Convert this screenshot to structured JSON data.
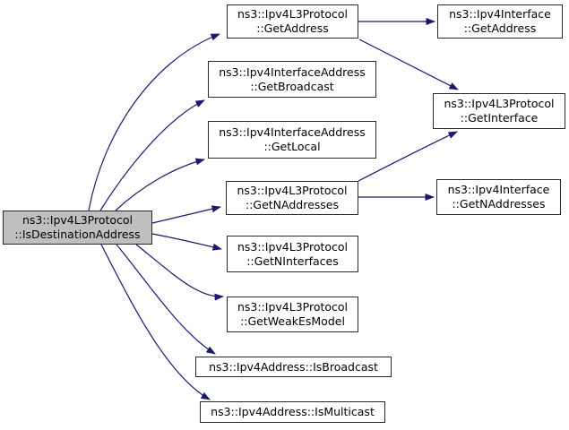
{
  "diagram": {
    "kind": "doxygen-call-graph",
    "colors": {
      "edge-color": "#191970",
      "node-border": "#282828",
      "node-fill": "#ffffff",
      "highlight-fill": "#bfbfbf",
      "text-color": "#000000",
      "bg": "#ffffff"
    },
    "nodes": {
      "is_destination_address": {
        "label": "ns3::Ipv4L3Protocol\n::IsDestinationAddress",
        "highlighted": true
      },
      "l3_get_address": {
        "label": "ns3::Ipv4L3Protocol\n::GetAddress"
      },
      "ifaddr_get_broadcast": {
        "label": "ns3::Ipv4InterfaceAddress\n::GetBroadcast"
      },
      "ifaddr_get_local": {
        "label": "ns3::Ipv4InterfaceAddress\n::GetLocal"
      },
      "l3_get_n_addresses": {
        "label": "ns3::Ipv4L3Protocol\n::GetNAddresses"
      },
      "l3_get_n_interfaces": {
        "label": "ns3::Ipv4L3Protocol\n::GetNInterfaces"
      },
      "l3_get_weak_es_model": {
        "label": "ns3::Ipv4L3Protocol\n::GetWeakEsModel"
      },
      "addr_is_broadcast": {
        "label": "ns3::Ipv4Address::IsBroadcast"
      },
      "addr_is_multicast": {
        "label": "ns3::Ipv4Address::IsMulticast"
      },
      "if_get_address": {
        "label": "ns3::Ipv4Interface\n::GetAddress"
      },
      "l3_get_interface": {
        "label": "ns3::Ipv4L3Protocol\n::GetInterface"
      },
      "if_get_n_addresses": {
        "label": "ns3::Ipv4Interface\n::GetNAddresses"
      }
    },
    "edges": [
      {
        "from": "is_destination_address",
        "to": "l3_get_address"
      },
      {
        "from": "is_destination_address",
        "to": "ifaddr_get_broadcast"
      },
      {
        "from": "is_destination_address",
        "to": "ifaddr_get_local"
      },
      {
        "from": "is_destination_address",
        "to": "l3_get_n_addresses"
      },
      {
        "from": "is_destination_address",
        "to": "l3_get_n_interfaces"
      },
      {
        "from": "is_destination_address",
        "to": "l3_get_weak_es_model"
      },
      {
        "from": "is_destination_address",
        "to": "addr_is_broadcast"
      },
      {
        "from": "is_destination_address",
        "to": "addr_is_multicast"
      },
      {
        "from": "l3_get_address",
        "to": "if_get_address"
      },
      {
        "from": "l3_get_address",
        "to": "l3_get_interface"
      },
      {
        "from": "l3_get_n_addresses",
        "to": "l3_get_interface"
      },
      {
        "from": "l3_get_n_addresses",
        "to": "if_get_n_addresses"
      }
    ]
  }
}
